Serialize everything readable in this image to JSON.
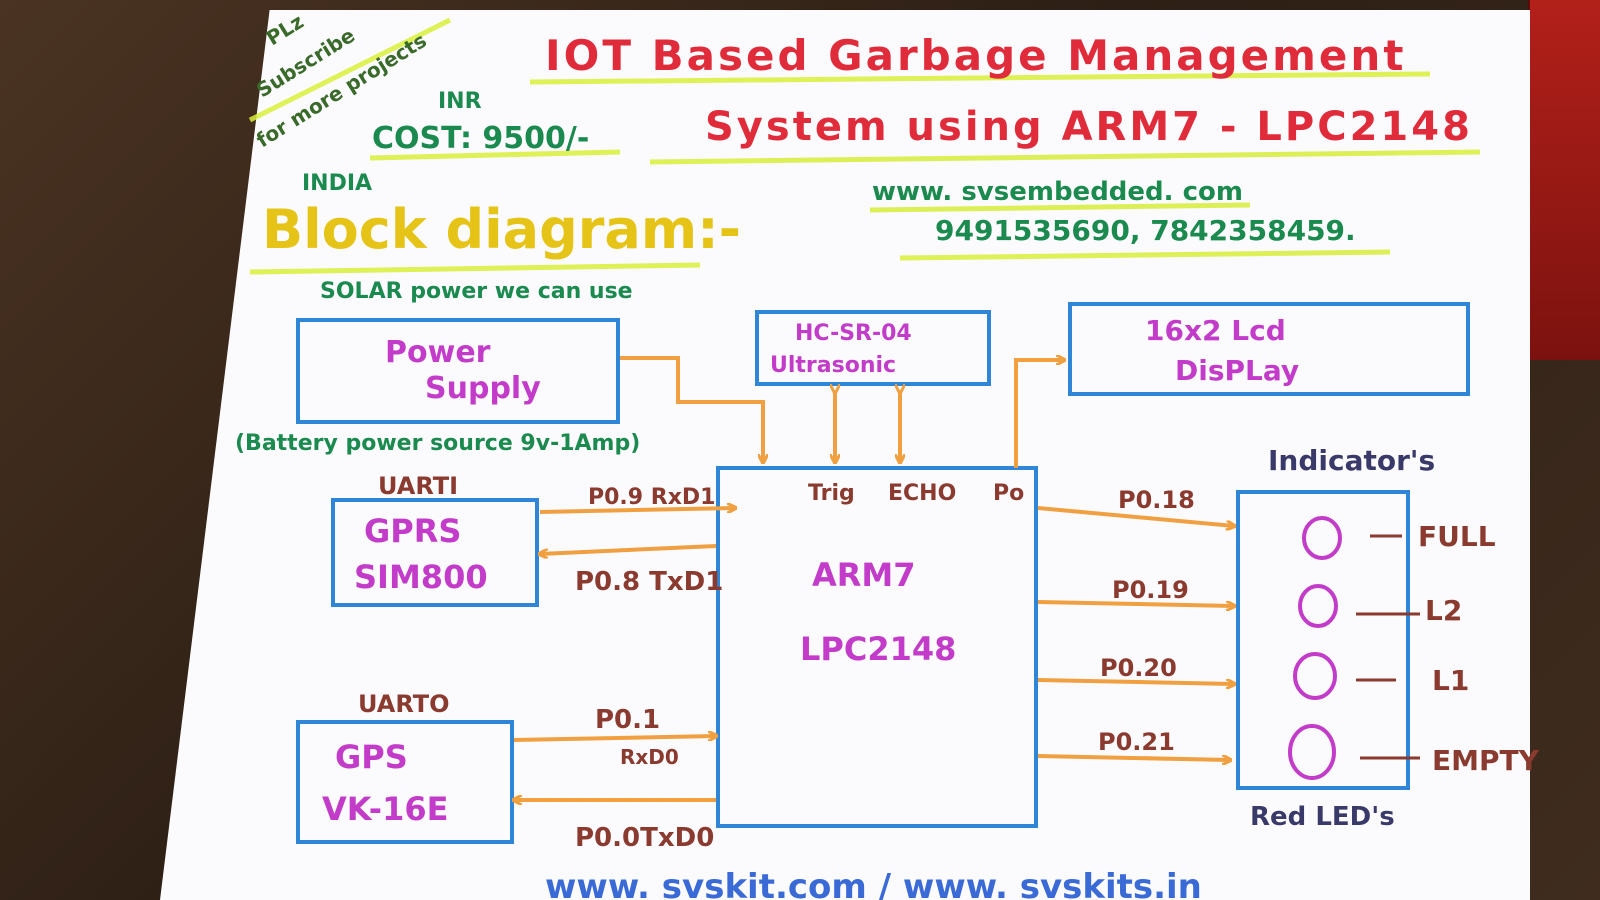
{
  "corner_note": [
    "PLz",
    "Subscribe",
    "for more projects"
  ],
  "title_line1": "IOT Based Garbage Management",
  "title_line2": "System using ARM7 - LPC2148",
  "cost": {
    "currency": "INR",
    "label": "COST: 9500/-",
    "country": "INDIA"
  },
  "section_title": "Block diagram:-",
  "website": "www. svsembedded. com",
  "phones": "9491535690, 7842358459.",
  "solar_note": "SOLAR power we can use",
  "blocks": {
    "power": [
      "Power",
      "Supply"
    ],
    "power_note": "(Battery power source 9v-1Amp)",
    "ultrasonic": [
      "HC-SR-04",
      "Ultrasonic"
    ],
    "lcd": [
      "16x2 Lcd",
      "DisPLay"
    ],
    "gprs_uart": "UARTI",
    "gprs": [
      "GPRS",
      "SIM800"
    ],
    "gps_uart": "UARTO",
    "gps": [
      "GPS",
      "VK-16E"
    ],
    "mcu": [
      "ARM7",
      "LPC2148"
    ]
  },
  "mcu_pins": {
    "trig": "Trig",
    "echo": "ECHO",
    "po": "Po"
  },
  "signals": {
    "gprs_rx": "P0.9 RxD1",
    "gprs_tx": "P0.8 TxD1",
    "gps_rx_pin": "P0.1",
    "gps_rx_label": "RxD0",
    "gps_tx": "P0.0TxD0",
    "led_pins": [
      "P0.18",
      "P0.19",
      "P0.20",
      "P0.21"
    ]
  },
  "indicators": {
    "title": "Indicator's",
    "levels": [
      "FULL",
      "L2",
      "L1",
      "EMPTY"
    ],
    "caption": "Red LED's"
  },
  "footer": "www. svskit.com / www. svskits.in",
  "colors": {
    "title": "#e02c3a",
    "ink_green": "#1a8a4e",
    "ink_yellow": "#e6c417",
    "box_blue": "#2f86d6",
    "magenta": "#c23cc9",
    "arrow_orange": "#f0a040",
    "brown": "#8a3a2e",
    "highlight": "#d8ee3a"
  }
}
